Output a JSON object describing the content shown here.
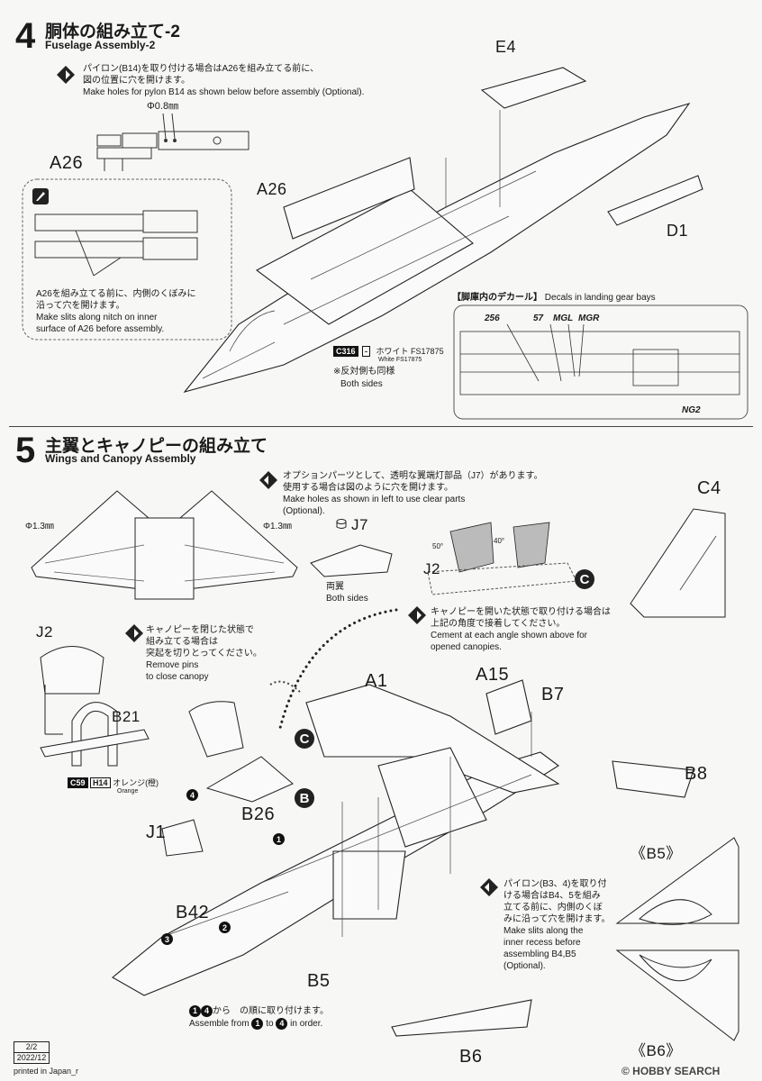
{
  "step4": {
    "number": "4",
    "title_jp": "胴体の組み立て-2",
    "title_en": "Fuselage Assembly-2",
    "pylon_note_jp_1": "パイロン(B14)を取り付ける場合はA26を組み立てる前に、",
    "pylon_note_jp_2": "図の位置に穴を開けます。",
    "pylon_note_en": "Make holes for pylon B14 as shown below before assembly (Optional).",
    "hole_size": "Φ0.8㎜",
    "slit_note_jp_1": "A26を組み立てる前に、内側のくぼみに",
    "slit_note_jp_2": "沿って穴を開けます。",
    "slit_note_en_1": "Make slits along nitch on inner",
    "slit_note_en_2": "surface of A26 before assembly.",
    "parts": {
      "e4": "E4",
      "a26_top": "A26",
      "a26_left": "A26",
      "d1": "D1"
    },
    "paint_code": "C316",
    "paint_dash": "-",
    "paint_jp": "ホワイト FS17875",
    "paint_en": "White FS17875",
    "both_sides_jp": "※反対側も同様",
    "both_sides_en": "Both sides",
    "decal_title_jp": "【脚庫内のデカール】",
    "decal_title_en": "Decals in landing gear bays",
    "decal_labels": [
      "256",
      "57",
      "MGL",
      "MGR",
      "NG2"
    ]
  },
  "step5": {
    "number": "5",
    "title_jp": "主翼とキャノピーの組み立て",
    "title_en": "Wings and Canopy Assembly",
    "clear_note_jp_1": "オプションパーツとして、透明な翼端灯部品（J7）があります。",
    "clear_note_jp_2": "使用する場合は図のように穴を開けます。",
    "clear_note_en_1": "Make holes as shown in left to use clear parts",
    "clear_note_en_2": "(Optional).",
    "hole_left": "Φ1.3㎜",
    "hole_right": "Φ1.3㎜",
    "j7": "J7",
    "both_sides_jp": "両翼",
    "both_sides_en": "Both sides",
    "angle_50": "50°",
    "angle_40": "40°",
    "canopy_closed_jp_1": "キャノピーを閉じた状態で",
    "canopy_closed_jp_2": "組み立てる場合は",
    "canopy_closed_jp_3": "突起を切りとってください。",
    "canopy_closed_en_1": "Remove pins",
    "canopy_closed_en_2": "to close canopy",
    "canopy_open_jp_1": "キャノピーを開いた状態で取り付ける場合は",
    "canopy_open_jp_2": "上記の角度で接着してください。",
    "canopy_open_en_1": "Cement at each angle shown above for",
    "canopy_open_en_2": "opened canopies.",
    "paint_code": "C59",
    "paint_h": "H14",
    "paint_jp": "オレンジ(橙)",
    "paint_en": "Orange",
    "parts": {
      "c4": "C4",
      "j2_top": "J2",
      "j2_left": "J2",
      "b21": "B21",
      "a1": "A1",
      "a15": "A15",
      "b7": "B7",
      "b8": "B8",
      "b26": "B26",
      "j1": "J1",
      "b42": "B42",
      "b5": "B5",
      "b6": "B6",
      "b5_bracket": "《B5》",
      "b6_bracket": "《B6》"
    },
    "pylon_note_jp": [
      "パイロン(B3、4)を取り付",
      "ける場合はB4、5を組み",
      "立てる前に、内側のくぼ",
      "みに沿って穴を開けます。"
    ],
    "pylon_note_en": [
      "Make slits along the",
      "inner recess before",
      "assembling B4,B5",
      "(Optional)."
    ],
    "order_jp": "から　の順に取り付けます。",
    "order_en_1": "Assemble from",
    "order_en_2": "to",
    "order_en_3": "in order."
  },
  "footer": {
    "page": "2/2",
    "date": "2022/12",
    "printed": "printed in Japan_r",
    "watermark": "© HOBBY SEARCH"
  }
}
